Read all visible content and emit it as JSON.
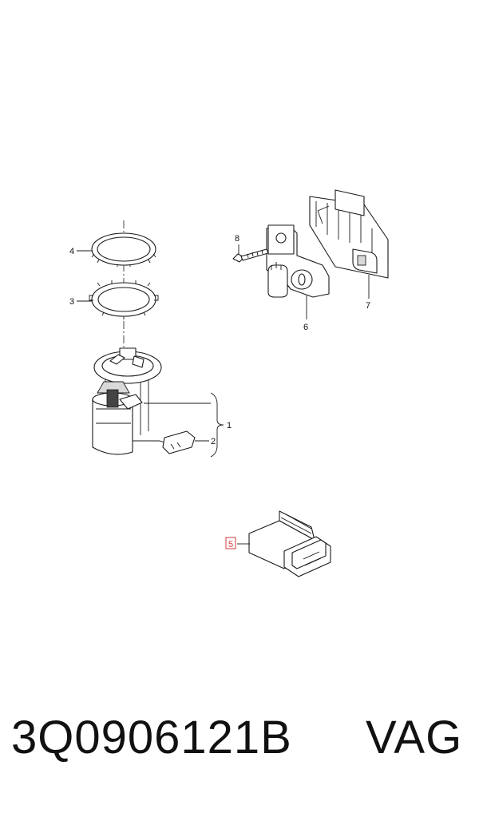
{
  "callouts": {
    "c1": "1",
    "c2": "2",
    "c3": "3",
    "c4": "4",
    "c5": "5",
    "c6": "6",
    "c7": "7",
    "c8": "8"
  },
  "highlight_color": "#d63a3a",
  "footer": {
    "part_number": "3Q0906121B",
    "brand": "VAG"
  }
}
